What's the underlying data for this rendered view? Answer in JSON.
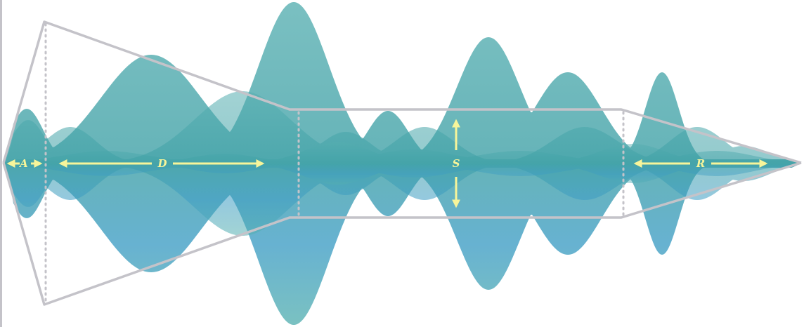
{
  "diagram": {
    "labels": {
      "attack": "A",
      "decay": "D",
      "sustain": "S",
      "release": "R"
    },
    "colors": {
      "background": "#ffffff",
      "waveform_fill": "#4aa5ab",
      "waveform_deep": "#2f96c2",
      "envelope_outline": "#c4c3c9",
      "annotation": "#f7f59a"
    }
  }
}
